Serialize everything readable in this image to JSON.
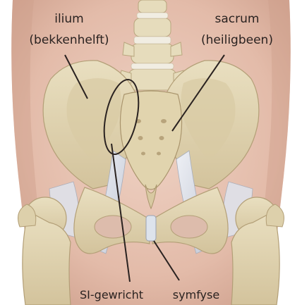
{
  "labels": {
    "ilium": "ilium",
    "ilium_nl": "(bekkenhelft)",
    "sacrum": "sacrum",
    "sacrum_nl": "(heiligbeen)",
    "si_joint": "SI-gewricht",
    "symphysis": "symfyse"
  },
  "colors": {
    "background": "#ffffff",
    "skin": "#e7c4b4",
    "skin_shade": "#d5a999",
    "bone": "#e4d8b6",
    "bone_shade": "#c6b48e",
    "bone_dark": "#a9946c",
    "ligament": "#d9dde6",
    "pointer": "#2a2220"
  }
}
